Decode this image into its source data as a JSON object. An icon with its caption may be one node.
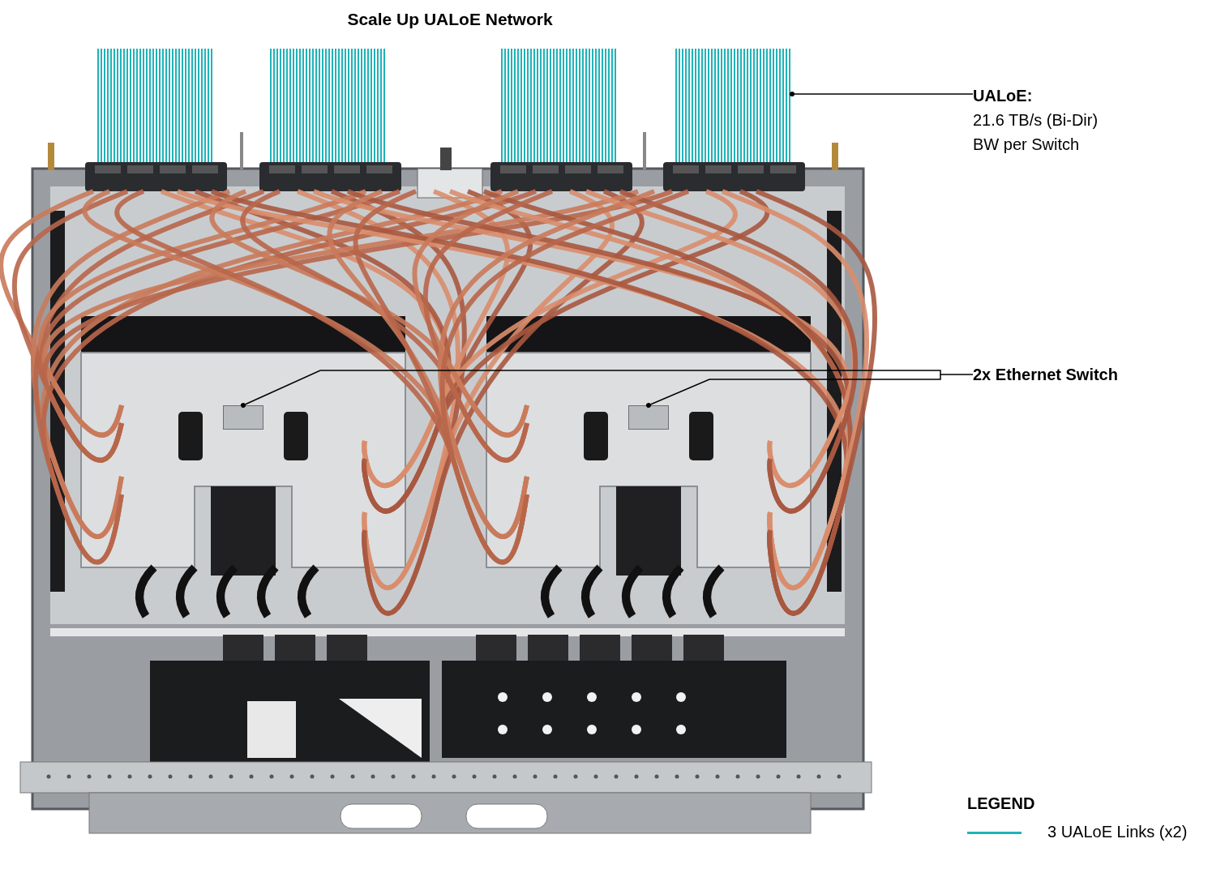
{
  "diagram": {
    "title": "Scale Up UALoE Network",
    "nodes": [
      {
        "text": [
          "UALoE:",
          "21.6 TB/s (Bi-Dir) BW per Switch"
        ]
      },
      {
        "text": [],
        "shape": "picture"
      },
      {
        "text": [
          "2x Ethernet Switch"
        ]
      },
      {
        "text": [],
        "shape": "box"
      },
      {
        "text": [],
        "shape": "box"
      }
    ],
    "edges": [
      {
        "from": 0,
        "to": 1,
        "arrow": "other"
      },
      {
        "from": 2,
        "to": 3,
        "arrow": "other"
      },
      {
        "from": 2,
        "to": 4,
        "arrow": "other"
      }
    ],
    "labels": [
      "LEGEND"
    ],
    "legend": [
      {
        "text": "3 UALoE Links (x2)",
        "color": "#1fb3b8"
      }
    ]
  }
}
